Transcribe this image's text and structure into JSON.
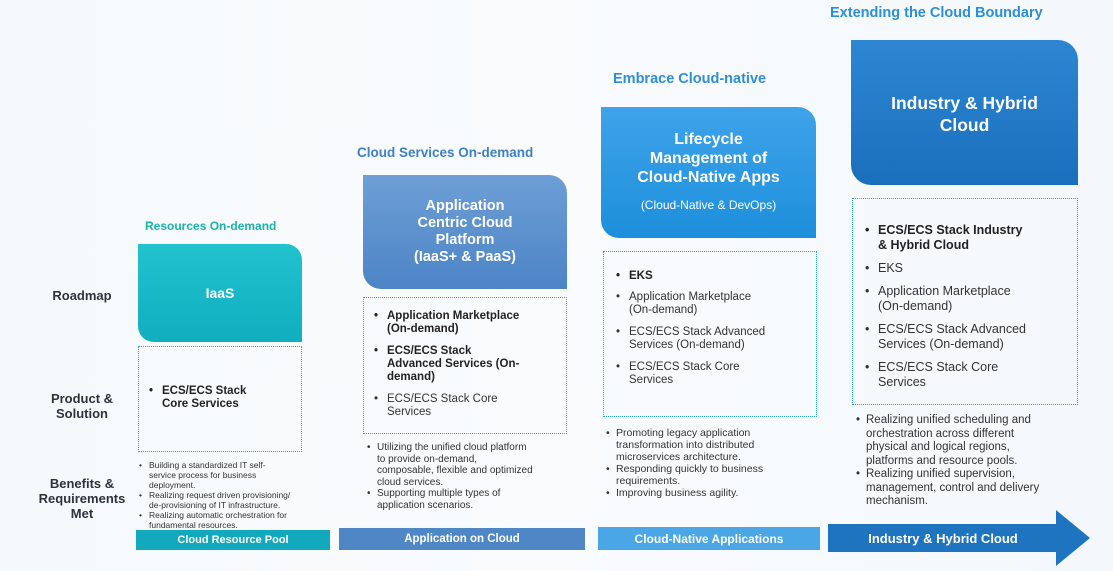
{
  "rows": {
    "roadmap": "Roadmap",
    "product": [
      "Product &",
      "Solution"
    ],
    "benefits": [
      "Benefits &",
      "Requirements",
      "Met"
    ]
  },
  "stages": [
    {
      "heading": "Resources On-demand",
      "card": [
        "IaaS"
      ],
      "card_sub": "",
      "items": [
        {
          "text": [
            "ECS/ECS Stack",
            "Core Services"
          ],
          "bold": true
        }
      ],
      "benefits": [
        [
          "Building a standardized IT self-",
          "service process for business",
          "deployment."
        ],
        [
          "Realizing request driven provisioning/",
          "de-provisioning of IT infrastructure."
        ],
        [
          "Realizing automatic orchestration for",
          "fundamental resources."
        ]
      ],
      "bar": "Cloud Resource Pool"
    },
    {
      "heading": "Cloud Services On-demand",
      "card": [
        "Application",
        "Centric Cloud",
        "Platform",
        "(IaaS+ & PaaS)"
      ],
      "card_sub": "",
      "items": [
        {
          "text": [
            "Application Marketplace",
            "(On-demand)"
          ],
          "bold": true
        },
        {
          "text": [
            "ECS/ECS Stack",
            "Advanced Services (On-",
            "demand)"
          ],
          "bold": true
        },
        {
          "text": [
            "ECS/ECS Stack Core",
            "Services"
          ],
          "bold": false
        }
      ],
      "benefits": [
        [
          "Utilizing the unified cloud platform",
          "to provide on-demand,",
          "composable, flexible and optimized",
          "cloud services."
        ],
        [
          "Supporting multiple types of",
          "application scenarios."
        ]
      ],
      "bar": "Application on Cloud"
    },
    {
      "heading": "Embrace Cloud-native",
      "card": [
        "Lifecycle",
        "Management of",
        "Cloud-Native Apps"
      ],
      "card_sub": "(Cloud-Native & DevOps)",
      "items": [
        {
          "text": [
            "EKS"
          ],
          "bold": true
        },
        {
          "text": [
            "Application Marketplace",
            "(On-demand)"
          ],
          "bold": false
        },
        {
          "text": [
            "ECS/ECS Stack Advanced",
            "Services (On-demand)"
          ],
          "bold": false
        },
        {
          "text": [
            "ECS/ECS Stack Core",
            "Services"
          ],
          "bold": false
        }
      ],
      "benefits": [
        [
          "Promoting legacy application",
          "transformation into distributed",
          "microservices architecture."
        ],
        [
          "Responding quickly to business",
          "requirements."
        ],
        [
          "Improving business agility."
        ]
      ],
      "bar": "Cloud-Native Applications"
    },
    {
      "heading": "Extending the Cloud Boundary",
      "card": [
        "Industry & Hybrid",
        "Cloud"
      ],
      "card_sub": "",
      "items": [
        {
          "text": [
            "ECS/ECS Stack Industry",
            "& Hybrid Cloud"
          ],
          "bold": true
        },
        {
          "text": [
            "EKS"
          ],
          "bold": false
        },
        {
          "text": [
            "Application Marketplace",
            "(On-demand)"
          ],
          "bold": false
        },
        {
          "text": [
            "ECS/ECS Stack Advanced",
            "Services (On-demand)"
          ],
          "bold": false
        },
        {
          "text": [
            "ECS/ECS Stack Core",
            "Services"
          ],
          "bold": false
        }
      ],
      "benefits": [
        [
          "Realizing unified scheduling and",
          "orchestration across different",
          "physical and logical regions,",
          "platforms and resource pools."
        ],
        [
          "Realizing unified supervision,",
          "management, control and delivery",
          "mechanism."
        ]
      ],
      "bar": "Industry & Hybrid Cloud"
    }
  ],
  "colors": {
    "teal": "#1fb8c9",
    "steel": "#5f95cf",
    "sky": "#2a8fd8",
    "royal": "#1f74bf"
  }
}
